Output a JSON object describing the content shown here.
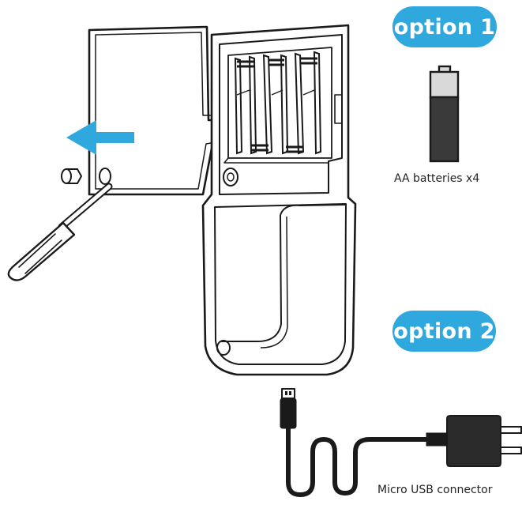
{
  "option1": {
    "label": "option 1",
    "caption": "AA batteries x4"
  },
  "option2": {
    "label": "option 2",
    "caption": "Micro USB connector"
  },
  "colors": {
    "accent": "#2fa8dd",
    "line": "#1a1a1a",
    "battery_top": "#d9d9d9",
    "battery_body": "#3a3a3a",
    "background": "#ffffff"
  },
  "icons": [
    "removed-battery-cover",
    "battery-compartment-device",
    "screw",
    "screwdriver",
    "remove-arrow",
    "aa-battery-icon",
    "micro-usb-plug",
    "power-adapter"
  ]
}
